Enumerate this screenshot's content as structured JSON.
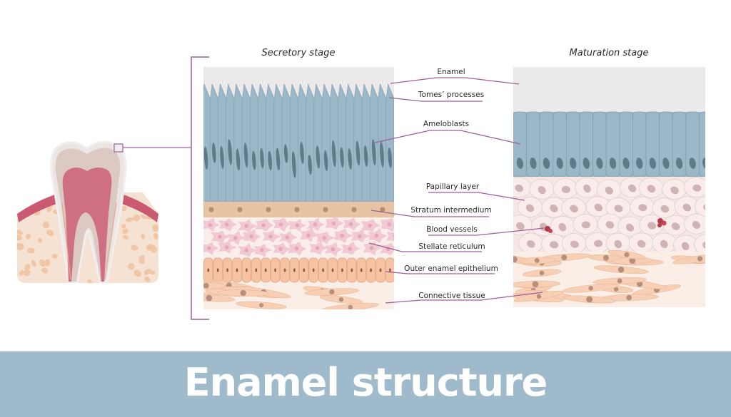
{
  "title": "Enamel structure",
  "stages": {
    "secretory": "Secretory stage",
    "maturation": "Maturation stage"
  },
  "labels": [
    {
      "id": "enamel",
      "text": "Enamel"
    },
    {
      "id": "tomes-processes",
      "text": "Tomes’ processes"
    },
    {
      "id": "ameloblasts",
      "text": "Ameloblasts"
    },
    {
      "id": "papillary-layer",
      "text": "Papillary layer"
    },
    {
      "id": "stratum-intermedium",
      "text": "Stratum intermedium"
    },
    {
      "id": "blood-vessels",
      "text": "Blood vessels"
    },
    {
      "id": "stellate-reticulum",
      "text": "Stellate reticulum"
    },
    {
      "id": "outer-enamel-epithelium",
      "text": "Outer enamel epithelium"
    },
    {
      "id": "connective-tissue",
      "text": "Connective tissue"
    }
  ],
  "colors": {
    "enamel": "#ebe9ea",
    "ameloblast": "#9bb8c8",
    "ameloblast_nucleus": "#5f7a88",
    "stratum": "#e7c3a2",
    "stellate": "#f2c9d2",
    "outer_epithelium": "#f5c3a2",
    "connective": "#f6d8c6",
    "papillary": "#f7e7e4",
    "leader": "#9d5f9a",
    "banner": "#9fbacb",
    "pulp": "#cf6f82",
    "gum": "#c95a72",
    "bone": "#f6e2d3"
  }
}
